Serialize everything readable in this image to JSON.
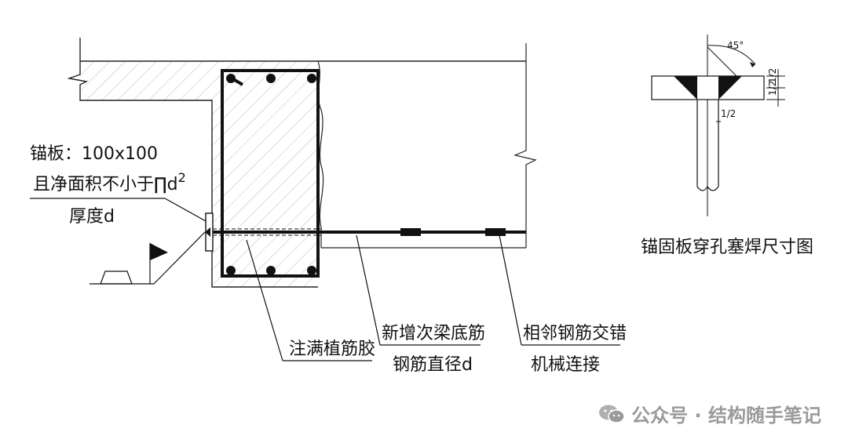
{
  "labels": {
    "anchor_plate_line1": "锚板：100x100",
    "anchor_plate_line2_prefix": "且净面积不小于",
    "anchor_plate_line2_pi": "∏d",
    "anchor_plate_line2_sup": "2",
    "anchor_plate_line3": "厚度d",
    "glue": "注满植筋胶",
    "new_beam_bar_line1": "新增次梁底筋",
    "new_beam_bar_line2": "钢筋直径d",
    "adjacent_line1": "相邻钢筋交错",
    "adjacent_line2": "机械连接",
    "detail_title": "锚固板穿孔塞焊尺寸图",
    "angle_label": "45°",
    "weld_dim_top": "1/2",
    "weld_dim_mid": "1/2",
    "weld_dim_bar": "1/2"
  },
  "watermark": {
    "text": "公众号 · 结构随手笔记",
    "icon": "wechat-icon",
    "color": "#9a9a9a"
  }
}
